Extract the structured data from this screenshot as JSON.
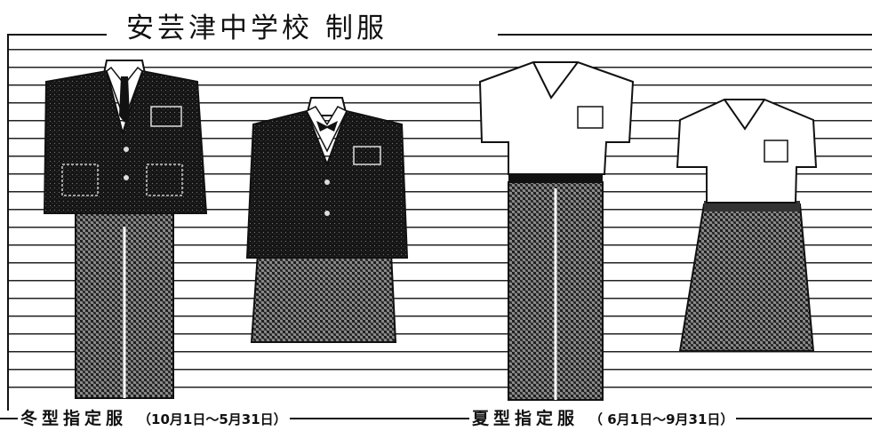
{
  "title": {
    "school": "安芸津中学校",
    "subject": "制服"
  },
  "captions": {
    "winter": {
      "label": "冬型指定服",
      "period": "（10月1日～5月31日）"
    },
    "summer": {
      "label": "夏型指定服",
      "period": "（ 6月1日～9月31日）"
    }
  },
  "colors": {
    "ink": "#111111",
    "paper": "#ffffff",
    "fabric_dark": "#1a1a1a",
    "fabric_check": "#555555"
  }
}
